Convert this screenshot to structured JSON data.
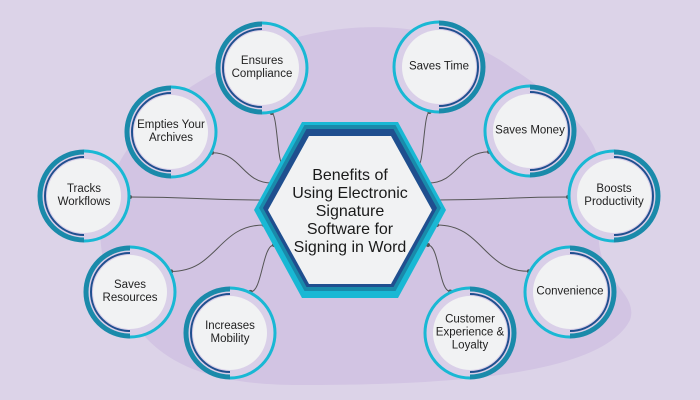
{
  "diagram": {
    "title": "Benefits of Using Electronic Signature Software for Signing in Word",
    "title_lines": [
      "Benefits of",
      "Using Electronic",
      "Signature",
      "Software for",
      "Signing in Word"
    ],
    "colors": {
      "background": "#dcd3e8",
      "blob": "#d2c4e3",
      "ring_cyan": "#19b8d4",
      "ring_teal": "#1a8aaa",
      "ring_navy": "#1f4f8f",
      "node_fill": "#f1f2f3",
      "connector": "#555555"
    },
    "nodes": [
      {
        "id": "ensures-compliance",
        "label": "Ensures Compliance",
        "side": "left"
      },
      {
        "id": "empties-your-archives",
        "label": "Empties Your Archives",
        "side": "left"
      },
      {
        "id": "tracks-workflows",
        "label": "Tracks Workflows",
        "side": "left"
      },
      {
        "id": "saves-resources",
        "label": "Saves Resources",
        "side": "left"
      },
      {
        "id": "increases-mobility",
        "label": "Increases Mobility",
        "side": "left"
      },
      {
        "id": "saves-time",
        "label": "Saves Time",
        "side": "right"
      },
      {
        "id": "saves-money",
        "label": "Saves Money",
        "side": "right"
      },
      {
        "id": "boosts-productivity",
        "label": "Boosts Productivity",
        "side": "right"
      },
      {
        "id": "convenience",
        "label": "Convenience",
        "side": "right"
      },
      {
        "id": "customer-experience-loyalty",
        "label": "Customer Experience & Loyalty",
        "side": "right"
      }
    ]
  }
}
